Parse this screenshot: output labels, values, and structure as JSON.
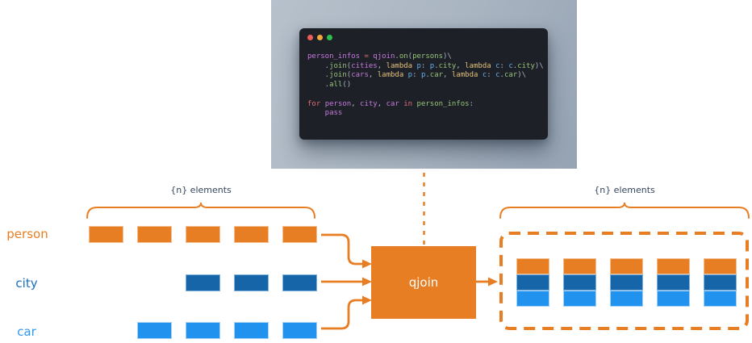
{
  "palette": {
    "orange": "#e87e23",
    "orange_border": "#f4be8e",
    "dark_blue": "#1565a8",
    "dark_blue_border": "#7fb2dc",
    "light_blue": "#2192ee",
    "light_blue_border": "#a3d1f6",
    "annotation_color": "#33475f",
    "window_bg": "#1d2127"
  },
  "code_window": {
    "traffic_lights": {
      "close": "#ee5e56",
      "minimize": "#f3a83c",
      "zoom": "#2ec04d"
    },
    "token_colors": {
      "pu": "#c678dd",
      "rd": "#e06c75",
      "gr": "#98c379",
      "yl": "#e5c07b",
      "bl": "#61afef",
      "pn": "#abb2bf"
    },
    "lines": [
      [
        [
          "pu",
          "person_infos"
        ],
        [
          "pn",
          " "
        ],
        [
          "rd",
          "="
        ],
        [
          "pn",
          " "
        ],
        [
          "pu",
          "qjoin"
        ],
        [
          "pn",
          "."
        ],
        [
          "gr",
          "on"
        ],
        [
          "pn",
          "("
        ],
        [
          "gr",
          "persons"
        ],
        [
          "pn",
          ")\\"
        ]
      ],
      [
        [
          "pn",
          "    ."
        ],
        [
          "gr",
          "join"
        ],
        [
          "pn",
          "("
        ],
        [
          "pu",
          "cities"
        ],
        [
          "pn",
          ", "
        ],
        [
          "yl",
          "lambda "
        ],
        [
          "bl",
          "p"
        ],
        [
          "pn",
          ": "
        ],
        [
          "bl",
          "p"
        ],
        [
          "pn",
          "."
        ],
        [
          "gr",
          "city"
        ],
        [
          "pn",
          ", "
        ],
        [
          "yl",
          "lambda "
        ],
        [
          "bl",
          "c"
        ],
        [
          "pn",
          ": "
        ],
        [
          "bl",
          "c"
        ],
        [
          "pn",
          "."
        ],
        [
          "gr",
          "city"
        ],
        [
          "pn",
          ")\\"
        ]
      ],
      [
        [
          "pn",
          "    ."
        ],
        [
          "gr",
          "join"
        ],
        [
          "pn",
          "("
        ],
        [
          "pu",
          "cars"
        ],
        [
          "pn",
          ", "
        ],
        [
          "yl",
          "lambda "
        ],
        [
          "bl",
          "p"
        ],
        [
          "pn",
          ": "
        ],
        [
          "bl",
          "p"
        ],
        [
          "pn",
          "."
        ],
        [
          "gr",
          "car"
        ],
        [
          "pn",
          ", "
        ],
        [
          "yl",
          "lambda "
        ],
        [
          "bl",
          "c"
        ],
        [
          "pn",
          ": "
        ],
        [
          "bl",
          "c"
        ],
        [
          "pn",
          "."
        ],
        [
          "gr",
          "car"
        ],
        [
          "pn",
          ")\\"
        ]
      ],
      [
        [
          "pn",
          "    ."
        ],
        [
          "gr",
          "all"
        ],
        [
          "pn",
          "()"
        ]
      ],
      [],
      [
        [
          "rd",
          "for "
        ],
        [
          "pu",
          "person"
        ],
        [
          "pn",
          ", "
        ],
        [
          "pu",
          "city"
        ],
        [
          "pn",
          ", "
        ],
        [
          "pu",
          "car"
        ],
        [
          "rd",
          " in "
        ],
        [
          "gr",
          "person_infos"
        ],
        [
          "pn",
          ":"
        ]
      ],
      [
        [
          "pu",
          "    pass"
        ]
      ]
    ]
  },
  "diagram": {
    "left_annotation": "{n} elements",
    "right_annotation": "{n} elements",
    "qjoin_label": "qjoin",
    "rows": [
      {
        "label": "person",
        "label_color": "#e87e23",
        "fill": "#e87e23",
        "border": "#f4be8e",
        "positions": [
          0,
          1,
          2,
          3,
          4
        ]
      },
      {
        "label": "city",
        "label_color": "#1b6ec2",
        "fill": "#1565a8",
        "border": "#7fb2dc",
        "positions": [
          2,
          3,
          4
        ]
      },
      {
        "label": "car",
        "label_color": "#2e9af0",
        "fill": "#2192ee",
        "border": "#a3d1f6",
        "positions": [
          1,
          2,
          3,
          4
        ]
      }
    ],
    "result": {
      "stack_count": 5,
      "cell_order": [
        "person",
        "city",
        "car"
      ],
      "cell_fills": [
        "#e87e23",
        "#1565a8",
        "#2192ee"
      ],
      "cell_borders": [
        "#f4be8e",
        "#7fb2dc",
        "#a3d1f6"
      ]
    }
  }
}
